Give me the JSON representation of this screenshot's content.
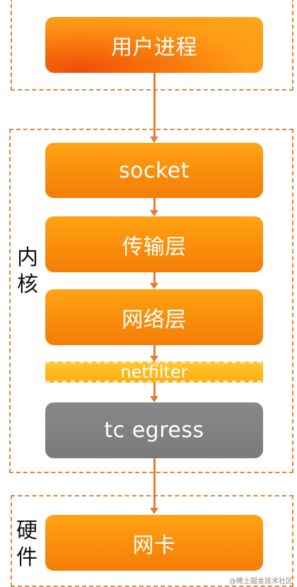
{
  "zones": {
    "user_space": {
      "label": ""
    },
    "kernel": {
      "label": "内核"
    },
    "hardware": {
      "label": "硬件"
    }
  },
  "boxes": {
    "user_process": "用户进程",
    "socket": "socket",
    "transport_layer": "传输层",
    "network_layer": "网络层",
    "netfilter": "netfilter",
    "tc_egress": "tc egress",
    "nic": "网卡"
  },
  "watermark": "@稀土掘金技术社区",
  "colors": {
    "box_orange": "#f98d0b",
    "box_gray": "#7f7f7f",
    "netfilter_yellow": "#ffbd23",
    "dashed_border": "#e0843a",
    "arrow": "#ea7a2f"
  }
}
